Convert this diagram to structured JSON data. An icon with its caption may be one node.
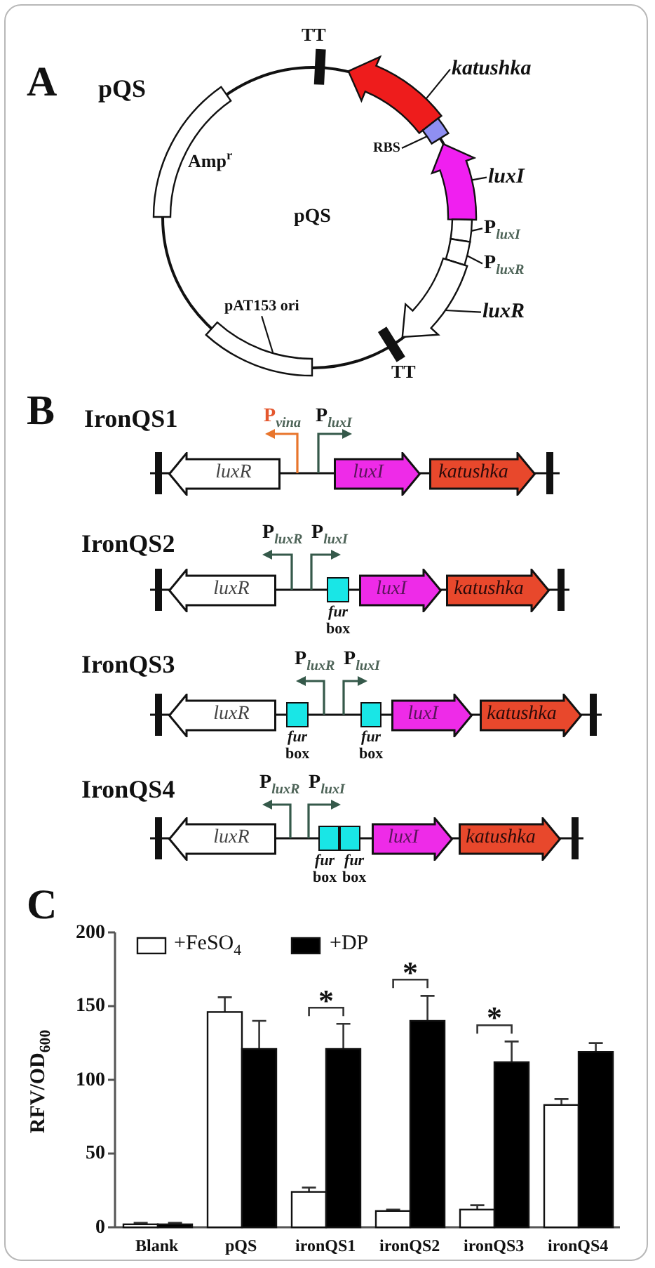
{
  "diagram": {
    "nodes": [
      {
        "text": [
          "pQS"
        ]
      },
      {
        "text": [],
        "shape": "bar",
        "beside": [
          "TT"
        ]
      },
      {
        "text": [
          "katushka"
        ]
      },
      {
        "text": [],
        "shape": "arrow"
      },
      {
        "text": [
          "RBS"
        ],
        "in": 0
      },
      {
        "text": [],
        "shape": "box"
      },
      {
        "text": [
          "luxI"
        ]
      },
      {
        "text": [],
        "shape": "arrow"
      },
      {
        "text": [
          "P$_{luxI}$"
        ]
      },
      {
        "text": [],
        "shape": "box"
      },
      {
        "text": [
          "P$_{luxR}$"
        ]
      },
      {
        "text": [],
        "shape": "box"
      },
      {
        "text": [
          "luxR"
        ]
      },
      {
        "text": [],
        "shape": "arrow"
      },
      {
        "text": [],
        "shape": "bar",
        "beside": [
          "TT"
        ]
      },
      {
        "text": [
          "pAT153 ori"
        ],
        "in": 0
      },
      {
        "text": [],
        "shape": "box"
      },
      {
        "text": [],
        "shape": "box",
        "beside": [
          "Amp$^{r}$"
        ]
      },
      {
        "text": [
          "luxR"
        ]
      },
      {
        "text": [
          "luxI"
        ]
      },
      {
        "text": [
          "katushka"
        ]
      },
      {
        "text": [
          "luxR"
        ]
      },
      {
        "text": [],
        "shape": "box",
        "beside": [
          "*fur* box"
        ]
      },
      {
        "text": [
          "luxI"
        ]
      },
      {
        "text": [
          "katushka"
        ]
      },
      {
        "text": [
          "luxR"
        ]
      },
      {
        "text": [],
        "shape": "box",
        "beside": [
          "*fur* box"
        ]
      },
      {
        "text": [],
        "shape": "box",
        "beside": [
          "*fur* box"
        ]
      },
      {
        "text": [
          "luxI"
        ]
      },
      {
        "text": [
          "katushka"
        ]
      },
      {
        "text": [
          "luxR"
        ]
      },
      {
        "text": [],
        "shape": "box",
        "beside": [
          "*fur* box"
        ]
      },
      {
        "text": [],
        "shape": "box",
        "beside": [
          "*fur* box"
        ]
      },
      {
        "text": [
          "luxI"
        ]
      },
      {
        "text": [
          "katushka"
        ]
      }
    ],
    "edges": [
      {
        "from": 2,
        "to": 3,
        "arrow": "none"
      },
      {
        "from": 4,
        "to": 5,
        "arrow": "none"
      },
      {
        "from": 6,
        "to": 7,
        "arrow": "none"
      },
      {
        "from": 8,
        "to": 9,
        "arrow": "none"
      },
      {
        "from": 10,
        "to": 11,
        "arrow": "none"
      },
      {
        "from": 12,
        "to": 13,
        "arrow": "none"
      },
      {
        "from": 15,
        "to": 16,
        "arrow": "none"
      }
    ],
    "labels": [
      "A",
      "pQS",
      "B",
      "IronQS1",
      "P$_{vina}$",
      "P$_{luxI}$",
      "IronQS2",
      "P$_{luxR}$",
      "P$_{luxI}$",
      "IronQS3",
      "P$_{luxR}$",
      "P$_{luxI}$",
      "IronQS4",
      "P$_{luxR}$",
      "P$_{luxI}$",
      "C"
    ],
    "chart_data": {
      "type": "bar",
      "ylabel": "RFV/OD$_{600}$",
      "categories": [
        "Blank",
        "pQS",
        "ironQS1",
        "ironQS2",
        "ironQS3",
        "ironQS4"
      ],
      "series": [
        {
          "name": "+FeSO$_{4}$",
          "color": "#ffffff",
          "values": [
            2,
            146,
            24,
            11,
            12,
            83
          ],
          "errors": [
            1,
            10,
            3,
            1,
            3,
            4
          ]
        },
        {
          "name": "+DP",
          "color": "#000000",
          "values": [
            2,
            121,
            121,
            140,
            112,
            119
          ],
          "errors": [
            1,
            19,
            17,
            17,
            14,
            6
          ]
        }
      ],
      "ylim": [
        0,
        200
      ],
      "yticks": [
        0,
        50,
        100,
        150,
        200
      ],
      "legend": "upper left",
      "annotations": [
        "*",
        "*",
        "*"
      ]
    }
  }
}
